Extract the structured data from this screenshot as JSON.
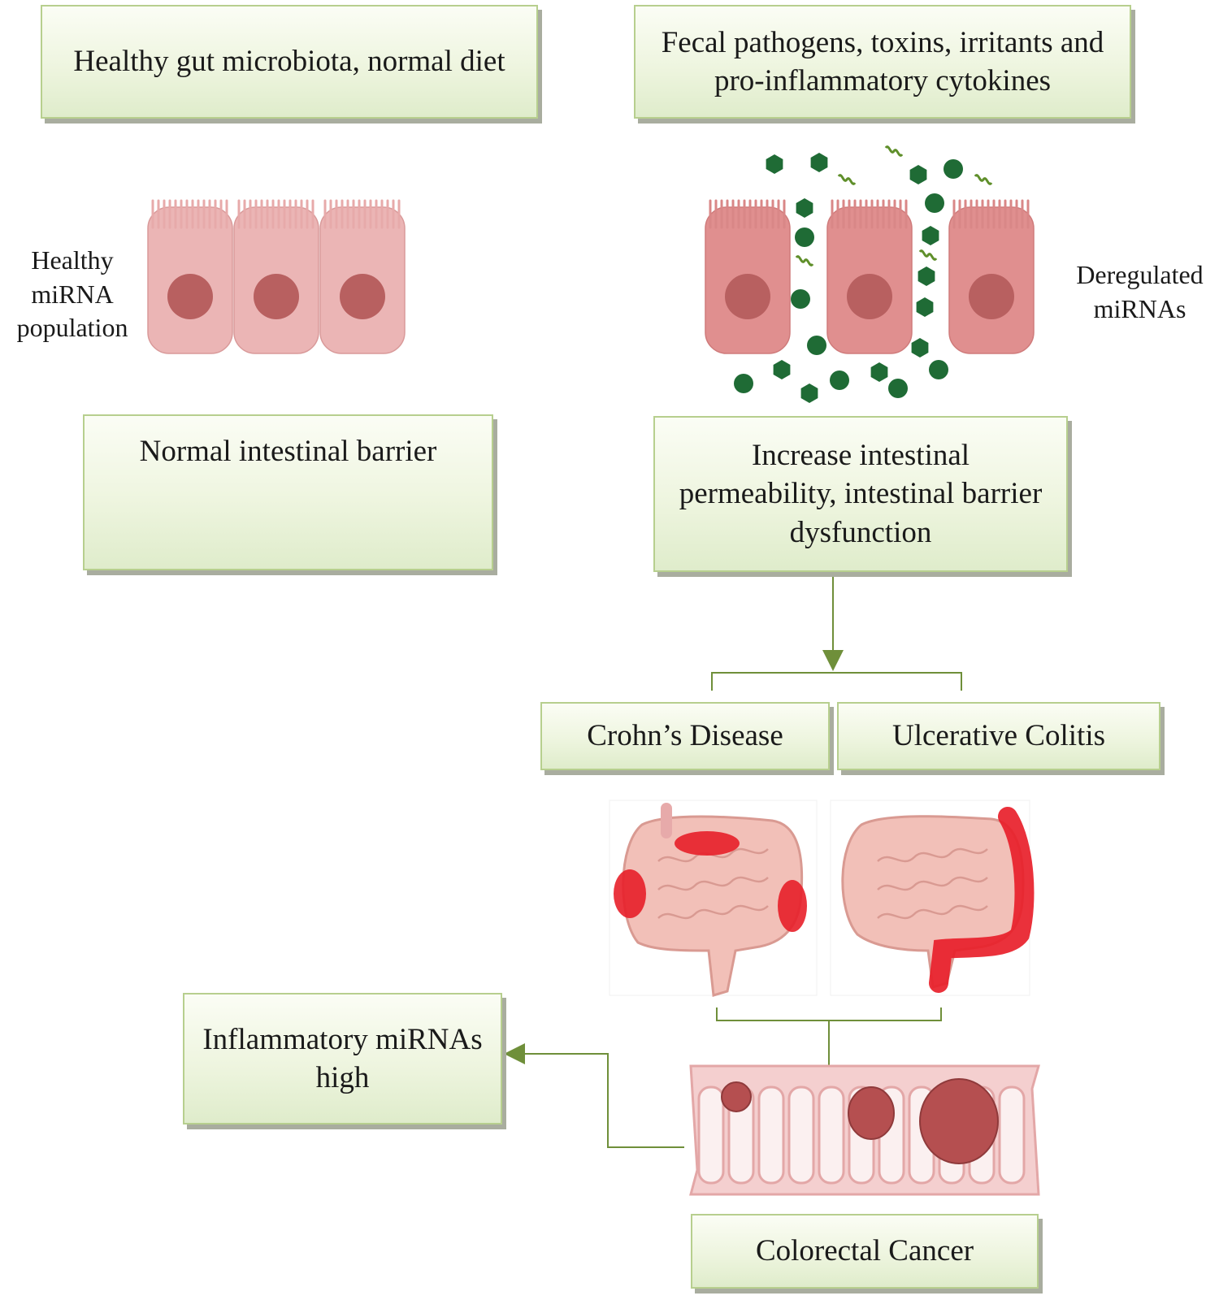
{
  "boxes": {
    "healthy_gut": "Healthy gut microbiota, normal diet",
    "fecal_pathogens": "Fecal pathogens, toxins, irritants and pro-inflammatory cytokines",
    "normal_barrier": "Normal intestinal barrier",
    "increased_permeability": "Increase intestinal permeability, intestinal barrier dysfunction",
    "crohns": "Crohn’s Disease",
    "ulcerative_colitis": "Ulcerative Colitis",
    "inflammatory_mirnas": "Inflammatory miRNAs high",
    "colorectal_cancer": "Colorectal Cancer"
  },
  "labels": {
    "healthy_mirna": "Healthy miRNA population",
    "deregulated_mirnas": "Deregulated miRNAs"
  },
  "colors": {
    "box_border": "#b7cf8e",
    "arrow": "#6f8f3a",
    "healthy_cell": "#ebb5b5",
    "damaged_cell": "#e08f8f",
    "nucleus": "#b86060",
    "pathogen": "#1f6b35",
    "inflamed": "#e8202a"
  }
}
